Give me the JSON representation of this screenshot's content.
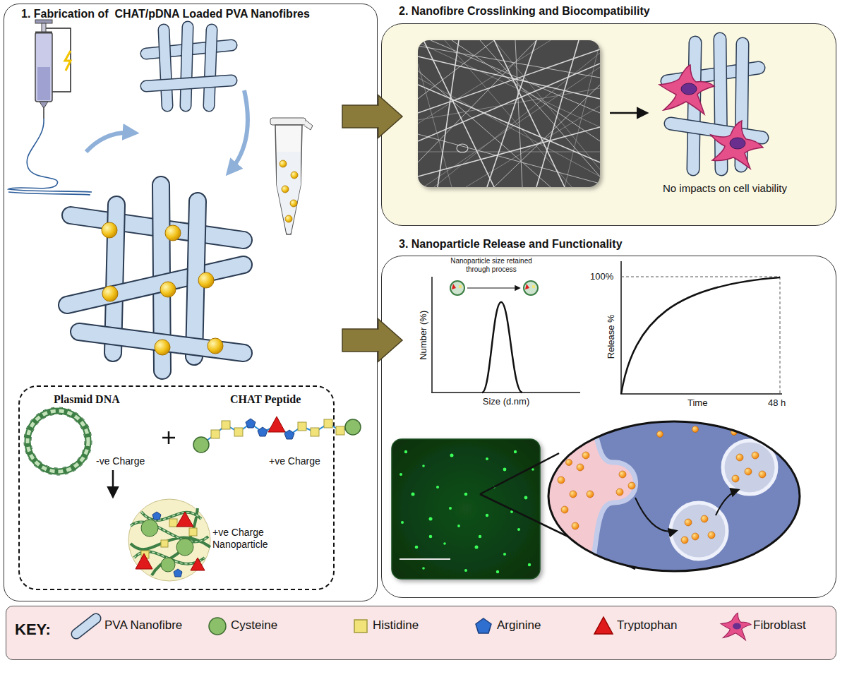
{
  "diagram": {
    "nodes": [
      {
        "text": [
          "1. Fabrication of  CHAT/pDNA Loaded PVA Nanofibres"
        ]
      },
      {
        "text": [
          "Plasmid DNA",
          "CHAT Peptide",
          "-ve Charge",
          "+ve Charge",
          "+ve Charge Nanoparticle"
        ],
        "in": 0
      },
      {
        "text": [
          "2. Nanofibre Crosslinking and Biocompatibility",
          "No impacts on cell viability"
        ]
      },
      {
        "text": [
          "3. Nanoparticle Release and Functionality"
        ]
      },
      {
        "text": [
          "KEY:"
        ]
      }
    ],
    "edges": [
      {
        "from": 0,
        "to": 2,
        "arrow": "to"
      },
      {
        "from": 0,
        "to": 3,
        "arrow": "to"
      }
    ],
    "labels": [
      "Nanoparticle size retained through process",
      "Number (%)",
      "Size (d.nm)",
      "100%",
      "Release %",
      "Time",
      "48 h"
    ],
    "legend": [
      {
        "text": "PVA Nanofibre"
      },
      {
        "text": "Cysteine"
      },
      {
        "text": "Histidine"
      },
      {
        "text": "Arginine"
      },
      {
        "text": "Tryptophan"
      },
      {
        "text": "Fibroblast"
      }
    ]
  }
}
